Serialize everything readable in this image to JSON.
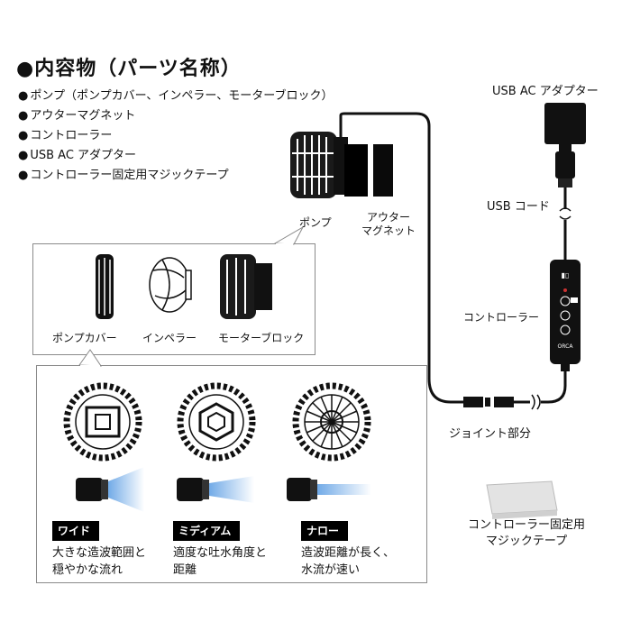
{
  "title": "●内容物（パーツ名称）",
  "contents": [
    "ポンプ（ポンプカバー、インペラー、モーターブロック）",
    "アウターマグネット",
    "コントローラー",
    "USB AC アダプター",
    "コントローラー固定用マジックテープ"
  ],
  "labels": {
    "pump": "ポンプ",
    "outer_magnet_1": "アウター",
    "outer_magnet_2": "マグネット",
    "usb_ac_adapter": "USB AC アダプター",
    "usb_cord": "USB コード",
    "controller": "コントローラー",
    "joint": "ジョイント部分",
    "velcro_1": "コントローラー固定用",
    "velcro_2": "マジックテープ",
    "pump_cover": "ポンプカバー",
    "impeller": "インペラー",
    "motor_block": "モーターブロック"
  },
  "controller_brand": "ORCA",
  "modes": [
    {
      "tag": "ワイド",
      "desc_1": "大きな造波範囲と",
      "desc_2": "穏やかな流れ"
    },
    {
      "tag": "ミディアム",
      "desc_1": "適度な吐水角度と",
      "desc_2": "距離"
    },
    {
      "tag": "ナロー",
      "desc_1": "造波距離が長く、",
      "desc_2": "水流が速い"
    }
  ],
  "colors": {
    "cable": "#111111",
    "flow_blue": "#6aa6e6",
    "box_border": "#8a8a8a"
  }
}
